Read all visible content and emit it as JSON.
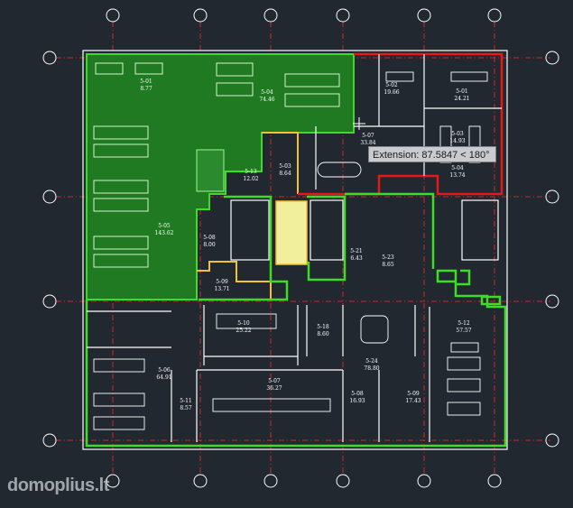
{
  "tooltip": {
    "text": "Extension: 87.5847 < 180°"
  },
  "watermark": "domoplius.lt",
  "colors": {
    "background": "#212830",
    "rented_fill": "#1f7a22",
    "lease_outline_green": "#3ddc26",
    "lease_outline_red": "#e81818",
    "lease_outline_yellow": "#f2c230",
    "core_fill": "#f2ef9c",
    "grid_line": "#ff2a2a",
    "walls": "#ffffff"
  },
  "rooms": [
    {
      "id": "5-05",
      "name": "5-05",
      "area": "143.62"
    },
    {
      "id": "5-01",
      "name": "5-01",
      "area": "8.77"
    },
    {
      "id": "5-04a",
      "name": "5-04",
      "area": "74.46"
    },
    {
      "id": "5-13",
      "name": "5-13",
      "area": "12.02"
    },
    {
      "id": "5-03",
      "name": "5-03",
      "area": "8.64"
    },
    {
      "id": "5-02",
      "name": "5-02",
      "area": "19.66"
    },
    {
      "id": "5-01b",
      "name": "5-01",
      "area": "24.21"
    },
    {
      "id": "5-07",
      "name": "5-07",
      "area": "33.84"
    },
    {
      "id": "5-03b",
      "name": "5-03",
      "area": "14.93"
    },
    {
      "id": "5-04b",
      "name": "5-04",
      "area": "13.74"
    },
    {
      "id": "5-08",
      "name": "5-08",
      "area": "8.00"
    },
    {
      "id": "5-09",
      "name": "5-09",
      "area": "13.71"
    },
    {
      "id": "5-21",
      "name": "5-21",
      "area": "6.43"
    },
    {
      "id": "5-23",
      "name": "5-23",
      "area": "8.65"
    },
    {
      "id": "5-10",
      "name": "5-10",
      "area": "25.22"
    },
    {
      "id": "5-18",
      "name": "5-18",
      "area": "8.60"
    },
    {
      "id": "5-12",
      "name": "5-12",
      "area": "57.57"
    },
    {
      "id": "5-24",
      "name": "5-24",
      "area": "78.80"
    },
    {
      "id": "5-06",
      "name": "5-06",
      "area": "64.91"
    },
    {
      "id": "5-11",
      "name": "5-11",
      "area": "8.57"
    },
    {
      "id": "5-07b",
      "name": "5-07",
      "area": "36.27"
    },
    {
      "id": "5-08b",
      "name": "5-08",
      "area": "16.93"
    },
    {
      "id": "5-09b",
      "name": "5-09",
      "area": "17.43"
    }
  ]
}
